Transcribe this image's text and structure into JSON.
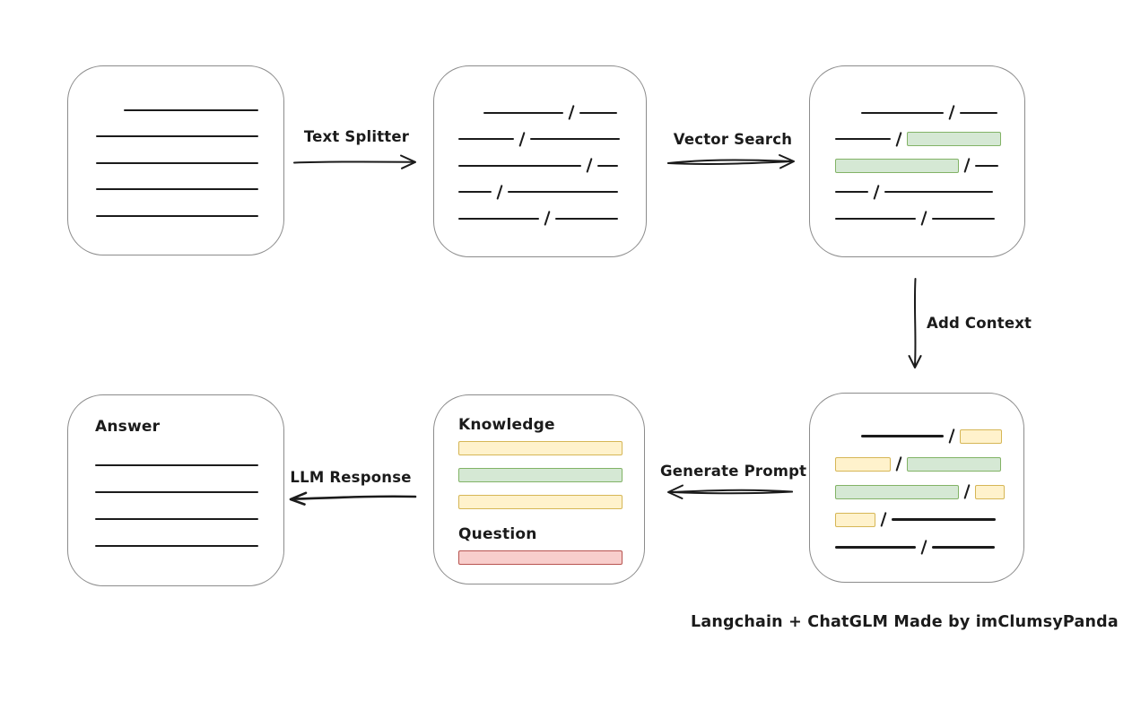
{
  "caption": "Langchain + ChatGLM Made by imClumsyPanda",
  "colors": {
    "ink": "#1b1b1b",
    "box_stroke": "#8c8c8c",
    "green_fill": "#d5e8d4",
    "green_stroke": "#82b366",
    "yellow_fill": "#fff2cc",
    "yellow_stroke": "#d6b656",
    "red_fill": "#f8cecc",
    "red_stroke": "#b85450"
  },
  "arrows": {
    "text_splitter": {
      "label": "Text Splitter"
    },
    "vector_search": {
      "label": "Vector Search"
    },
    "add_context": {
      "label": "Add Context"
    },
    "generate_prompt": {
      "label": "Generate Prompt"
    },
    "llm_response": {
      "label": "LLM Response"
    }
  },
  "boxes": {
    "document": {
      "rows": [
        [
          {
            "k": "pad",
            "w": 31
          },
          {
            "k": "line",
            "w": 150
          }
        ],
        [
          {
            "k": "line",
            "w": 181
          }
        ],
        [
          {
            "k": "line",
            "w": 181
          }
        ],
        [
          {
            "k": "line",
            "w": 181
          }
        ],
        [
          {
            "k": "line",
            "w": 181
          }
        ]
      ]
    },
    "chunks": {
      "rows": [
        [
          {
            "k": "pad",
            "w": 28
          },
          {
            "k": "line",
            "w": 89
          },
          {
            "k": "slash"
          },
          {
            "k": "line",
            "w": 42
          }
        ],
        [
          {
            "k": "line",
            "w": 62
          },
          {
            "k": "slash"
          },
          {
            "k": "line",
            "w": 100
          }
        ],
        [
          {
            "k": "line",
            "w": 137
          },
          {
            "k": "slash"
          },
          {
            "k": "line",
            "w": 23
          }
        ],
        [
          {
            "k": "line",
            "w": 37
          },
          {
            "k": "slash"
          },
          {
            "k": "line",
            "w": 123
          }
        ],
        [
          {
            "k": "line",
            "w": 90
          },
          {
            "k": "slash"
          },
          {
            "k": "line",
            "w": 70
          }
        ]
      ]
    },
    "matched_chunks": {
      "rows": [
        [
          {
            "k": "pad",
            "w": 29
          },
          {
            "k": "line",
            "w": 92
          },
          {
            "k": "slash"
          },
          {
            "k": "line",
            "w": 42
          }
        ],
        [
          {
            "k": "line",
            "w": 62
          },
          {
            "k": "slash"
          },
          {
            "k": "green",
            "w": 105
          }
        ],
        [
          {
            "k": "green",
            "w": 138
          },
          {
            "k": "slash"
          },
          {
            "k": "line",
            "w": 26
          }
        ],
        [
          {
            "k": "line",
            "w": 37
          },
          {
            "k": "slash"
          },
          {
            "k": "line",
            "w": 121
          }
        ],
        [
          {
            "k": "line",
            "w": 90
          },
          {
            "k": "slash"
          },
          {
            "k": "line",
            "w": 70
          }
        ]
      ]
    },
    "context_chunks": {
      "rows": [
        [
          {
            "k": "pad",
            "w": 29
          },
          {
            "k": "line",
            "w": 92
          },
          {
            "k": "slash"
          },
          {
            "k": "yellow",
            "w": 47
          }
        ],
        [
          {
            "k": "yellow",
            "w": 62
          },
          {
            "k": "slash"
          },
          {
            "k": "green",
            "w": 105
          }
        ],
        [
          {
            "k": "green",
            "w": 138
          },
          {
            "k": "slash"
          },
          {
            "k": "yellow",
            "w": 33
          }
        ],
        [
          {
            "k": "yellow",
            "w": 45
          },
          {
            "k": "slash"
          },
          {
            "k": "line",
            "w": 116
          }
        ],
        [
          {
            "k": "line",
            "w": 90
          },
          {
            "k": "slash"
          },
          {
            "k": "line",
            "w": 70
          }
        ]
      ]
    },
    "prompt": {
      "knowledge_label": "Knowledge",
      "question_label": "Question",
      "knowledge_rows": [
        [
          {
            "k": "yellow",
            "w": 183
          }
        ],
        [
          {
            "k": "green",
            "w": 183
          }
        ],
        [
          {
            "k": "yellow",
            "w": 183
          }
        ]
      ],
      "question_rows": [
        [
          {
            "k": "red",
            "w": 183
          }
        ]
      ]
    },
    "answer": {
      "label": "Answer",
      "rows": [
        [
          {
            "k": "line",
            "w": 182
          }
        ],
        [
          {
            "k": "line",
            "w": 182
          }
        ],
        [
          {
            "k": "line",
            "w": 182
          }
        ],
        [
          {
            "k": "line",
            "w": 182
          }
        ]
      ]
    }
  }
}
